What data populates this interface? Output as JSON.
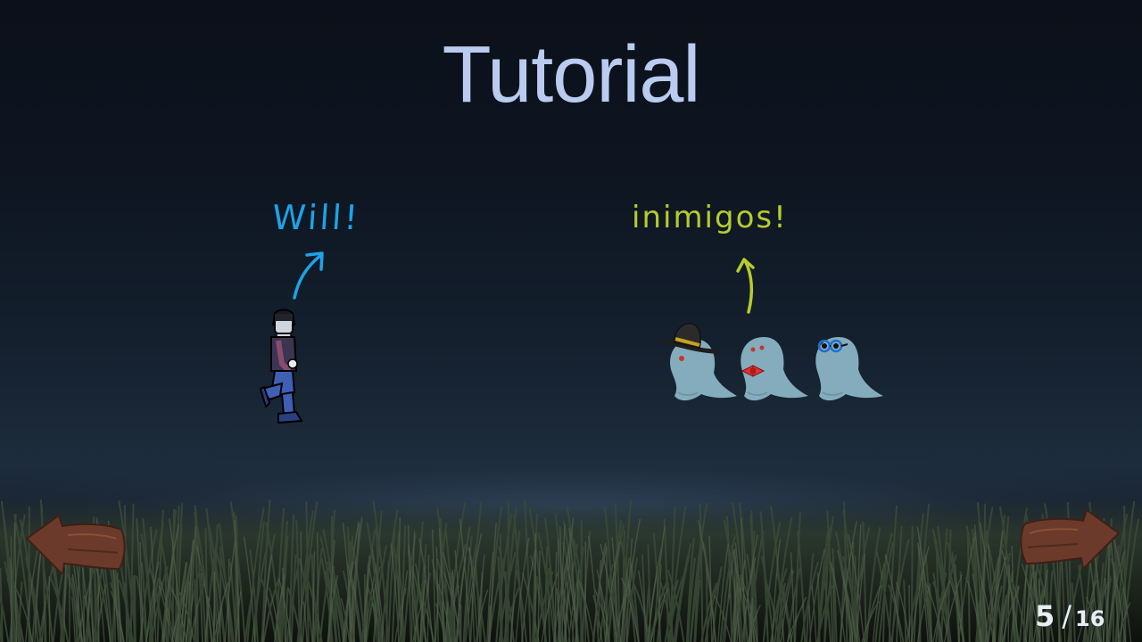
{
  "screen": {
    "title": "Tutorial"
  },
  "annotations": {
    "player_label": "Will!",
    "enemies_label": "inimigos!"
  },
  "characters": {
    "player_icon": "player-character-icon",
    "enemies": [
      {
        "icon": "ghost-with-hat-icon"
      },
      {
        "icon": "ghost-with-bowtie-icon"
      },
      {
        "icon": "ghost-with-glasses-icon"
      }
    ]
  },
  "navigation": {
    "prev_icon": "wooden-arrow-left-icon",
    "next_icon": "wooden-arrow-right-icon"
  },
  "pagination": {
    "current": "5",
    "separator": "/",
    "total": "16"
  },
  "colors": {
    "title": "#b9cbef",
    "player_label": "#1ea3e6",
    "enemies_label": "#b6cc2c",
    "ghost": "#8ab4c4",
    "wood": "#6b3a2a"
  }
}
